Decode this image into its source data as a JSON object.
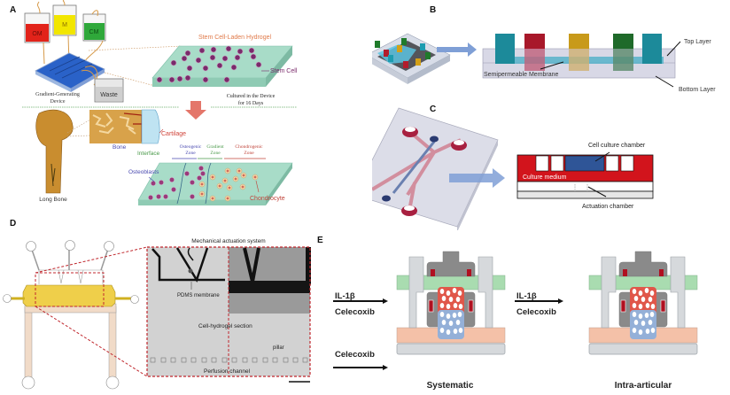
{
  "panels": {
    "A": {
      "label": "A",
      "beakers": [
        {
          "label": "OM",
          "color": "#e2231a"
        },
        {
          "label": "M",
          "color": "#f2e600"
        },
        {
          "label": "CM",
          "color": "#2fa83a"
        }
      ],
      "waste_label": "Waste",
      "device_label_line1": "Gradient-Generating",
      "device_label_line2": "Device",
      "hydrogel_title": "Stem Cell-Laden Hydrogel",
      "stem_cell_label": "Stem Cell",
      "culture_line1": "Cultured in the Device",
      "culture_line2": "for 16 Days",
      "cartilage_label": "Cartilage",
      "bone_label": "Bone",
      "interface_label": "Interface",
      "long_bone_label": "Long Bone",
      "osteogenic_zone_line1": "Osteogenic",
      "osteogenic_zone_line2": "Zone",
      "gradient_zone_line1": "Gradient",
      "gradient_zone_line2": "Zone",
      "chondrogenic_zone_line1": "Chondrogenic",
      "chondrogenic_zone_line2": "Zone",
      "osteoblasts_label": "Osteoblasts",
      "chondrocyte_label": "Chondrocyte"
    },
    "B": {
      "label": "B",
      "top_layer_label": "Top Layer",
      "membrane_label": "Semipermeable Membrane",
      "bottom_layer_label": "Bottom Layer"
    },
    "C": {
      "label": "C",
      "cell_chamber_label": "Cell culture chamber",
      "culture_medium_label": "Culture medium",
      "actuation_chamber_label": "Actuation chamber"
    },
    "D": {
      "label": "D",
      "mechanical_label": "Mechanical actuation system",
      "pdms_label": "PDMS membrane",
      "hydrogel_section_label": "Cell-hydrogel section",
      "pillar_label": "pillar",
      "perfusion_label": "Perfusion channel"
    },
    "E": {
      "label": "E",
      "il1b_left": "IL-1β",
      "celecoxib_left_top": "Celecoxib",
      "celecoxib_left_bottom": "Celecoxib",
      "il1b_right": "IL-1β",
      "celecoxib_right": "Celecoxib",
      "systematic_label": "Systematic",
      "intra_label": "Intra-articular"
    }
  },
  "colors": {
    "arrow_blue": "#7f9fd6",
    "red_dashed": "#c0272d",
    "culture_red": "#d2141c",
    "chamber_blue": "#2f5597",
    "green_channel": "#a9dcb0",
    "peach_channel": "#f4c1a8",
    "gray_dark": "#8a8a8a",
    "gray_light": "#d6d9dc"
  }
}
